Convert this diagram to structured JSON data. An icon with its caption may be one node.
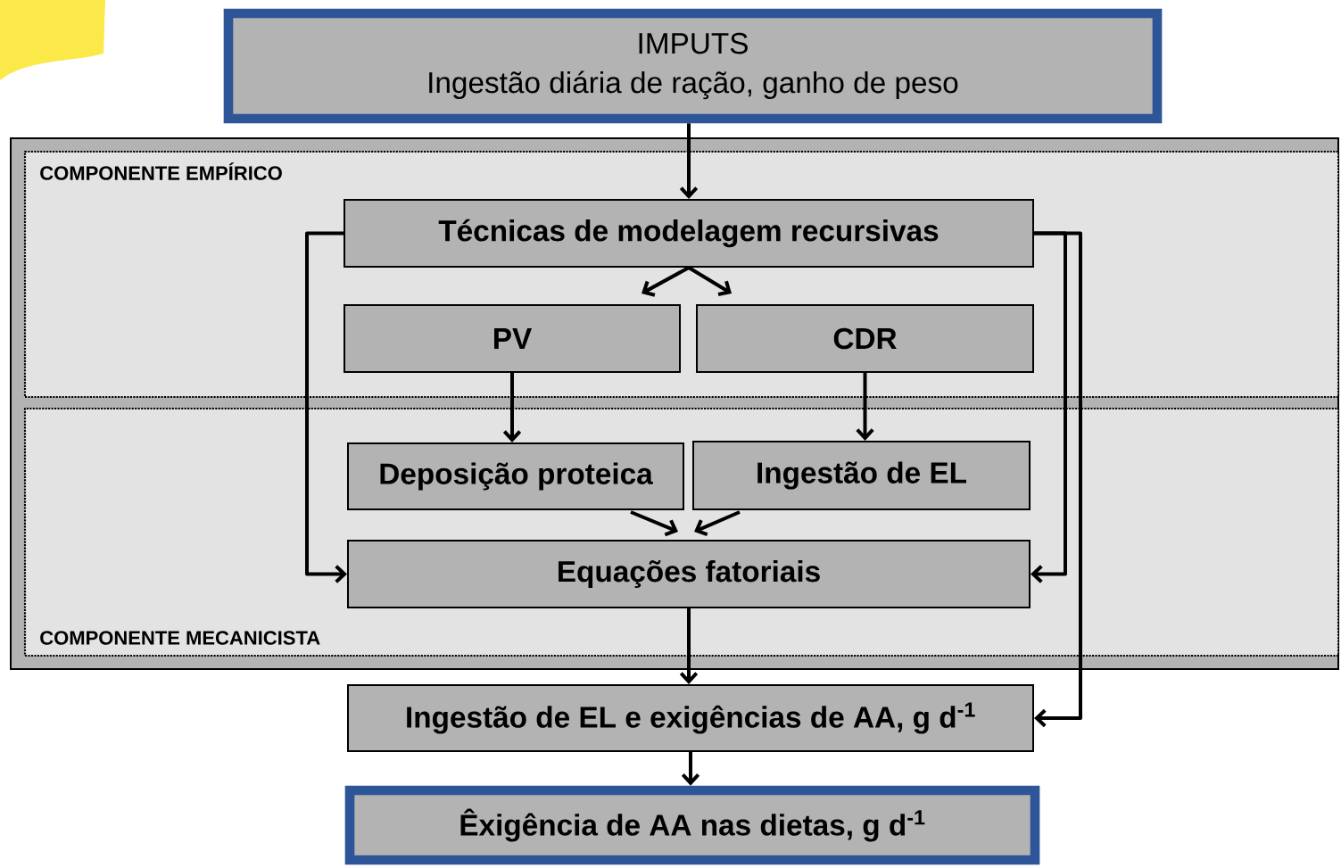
{
  "diagram": {
    "nodes": [
      {
        "text": [
          "IMPUTS",
          "Ingestão diária de ração, ganho de peso"
        ]
      },
      {
        "text": [],
        "shape": "box"
      },
      {
        "text": [
          "COMPONENTE EMPÍRICO"
        ],
        "in": 1
      },
      {
        "text": [
          "COMPONENTE MECANICISTA"
        ],
        "in": 1
      },
      {
        "text": [
          "Técnicas de modelagem recursivas"
        ],
        "in": 2
      },
      {
        "text": [
          "PV"
        ],
        "in": 2
      },
      {
        "text": [
          "CDR"
        ],
        "in": 2
      },
      {
        "text": [
          "Deposição proteica"
        ],
        "in": 3
      },
      {
        "text": [
          "Ingestão de EL"
        ],
        "in": 3
      },
      {
        "text": [
          "Equações fatoriais"
        ],
        "in": 3
      },
      {
        "text": [
          "Ingestão de EL e exigências de AA, g d$^{-1}$"
        ]
      },
      {
        "text": [
          "Êxigência de AA nas dietas, g d$^{-1}$"
        ]
      }
    ],
    "edges": [
      {
        "from": 0,
        "to": 4,
        "arrow": "to"
      },
      {
        "from": 4,
        "to": 5,
        "arrow": "to"
      },
      {
        "from": 4,
        "to": 6,
        "arrow": "to"
      },
      {
        "from": 5,
        "to": 7,
        "arrow": "to"
      },
      {
        "from": 6,
        "to": 8,
        "arrow": "to"
      },
      {
        "from": 7,
        "to": 9,
        "arrow": "to"
      },
      {
        "from": 8,
        "to": 9,
        "arrow": "to"
      },
      {
        "from": 4,
        "to": 9,
        "arrow": "to"
      },
      {
        "from": 4,
        "to": 9,
        "arrow": "to"
      },
      {
        "from": 4,
        "to": 10,
        "arrow": "to"
      },
      {
        "from": 9,
        "to": 10,
        "arrow": "to"
      },
      {
        "from": 10,
        "to": 11,
        "arrow": "to"
      }
    ]
  }
}
